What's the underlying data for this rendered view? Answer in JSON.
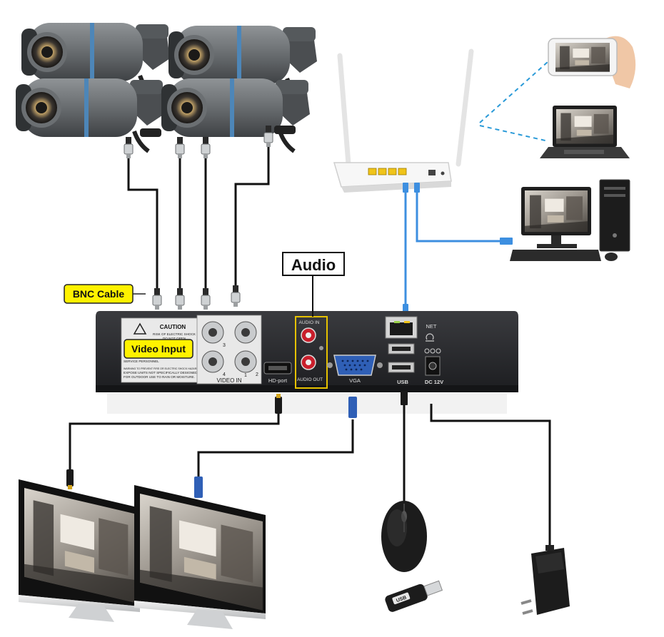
{
  "callouts": {
    "bnc_cable": "BNC Cable",
    "video_input": "Video Input",
    "audio": "Audio"
  },
  "dvr": {
    "caution_title": "CAUTION",
    "caution_line1": "RISK OF ELECTRIC SHOCK",
    "caution_line2": "DO NOT OPEN",
    "service_personnel": "SERVICE PERSONNEL",
    "warning_line1": "WARNING TO PREVENT FIRE OR ELECTRIC SHOCK HAZARD, DO NOT",
    "warning_line2": "EXPOSE UNITS NOT SPECIFICALLY DESIGNED",
    "warning_line3": "FOR OUTDOOR USE TO RAIN OR MOISTURE.",
    "video_in": "VIDEO IN",
    "channels": [
      "1",
      "2",
      "3",
      "4"
    ],
    "hd_port": "HD-port",
    "audio_in": "AUDIO IN",
    "audio_out": "AUDIO OUT",
    "vga": "VGA",
    "usb": "USB",
    "net": "NET",
    "dc": "DC 12V"
  },
  "usb_stick_label": "USB",
  "colors": {
    "callout_fill": "#fff200",
    "dvr_body": "#2a2b2e",
    "cable_black": "#111111",
    "cable_blue": "#3d8fe0",
    "wifi_dash": "#2a9ad8",
    "audio_box": "#e6c200",
    "vga_blue": "#2f5fb6"
  },
  "icons": [
    "camera-icon",
    "router-icon",
    "smartphone-icon",
    "laptop-icon",
    "desktop-pc-icon",
    "monitor-icon",
    "mouse-icon",
    "usb-stick-icon",
    "power-adapter-icon"
  ]
}
